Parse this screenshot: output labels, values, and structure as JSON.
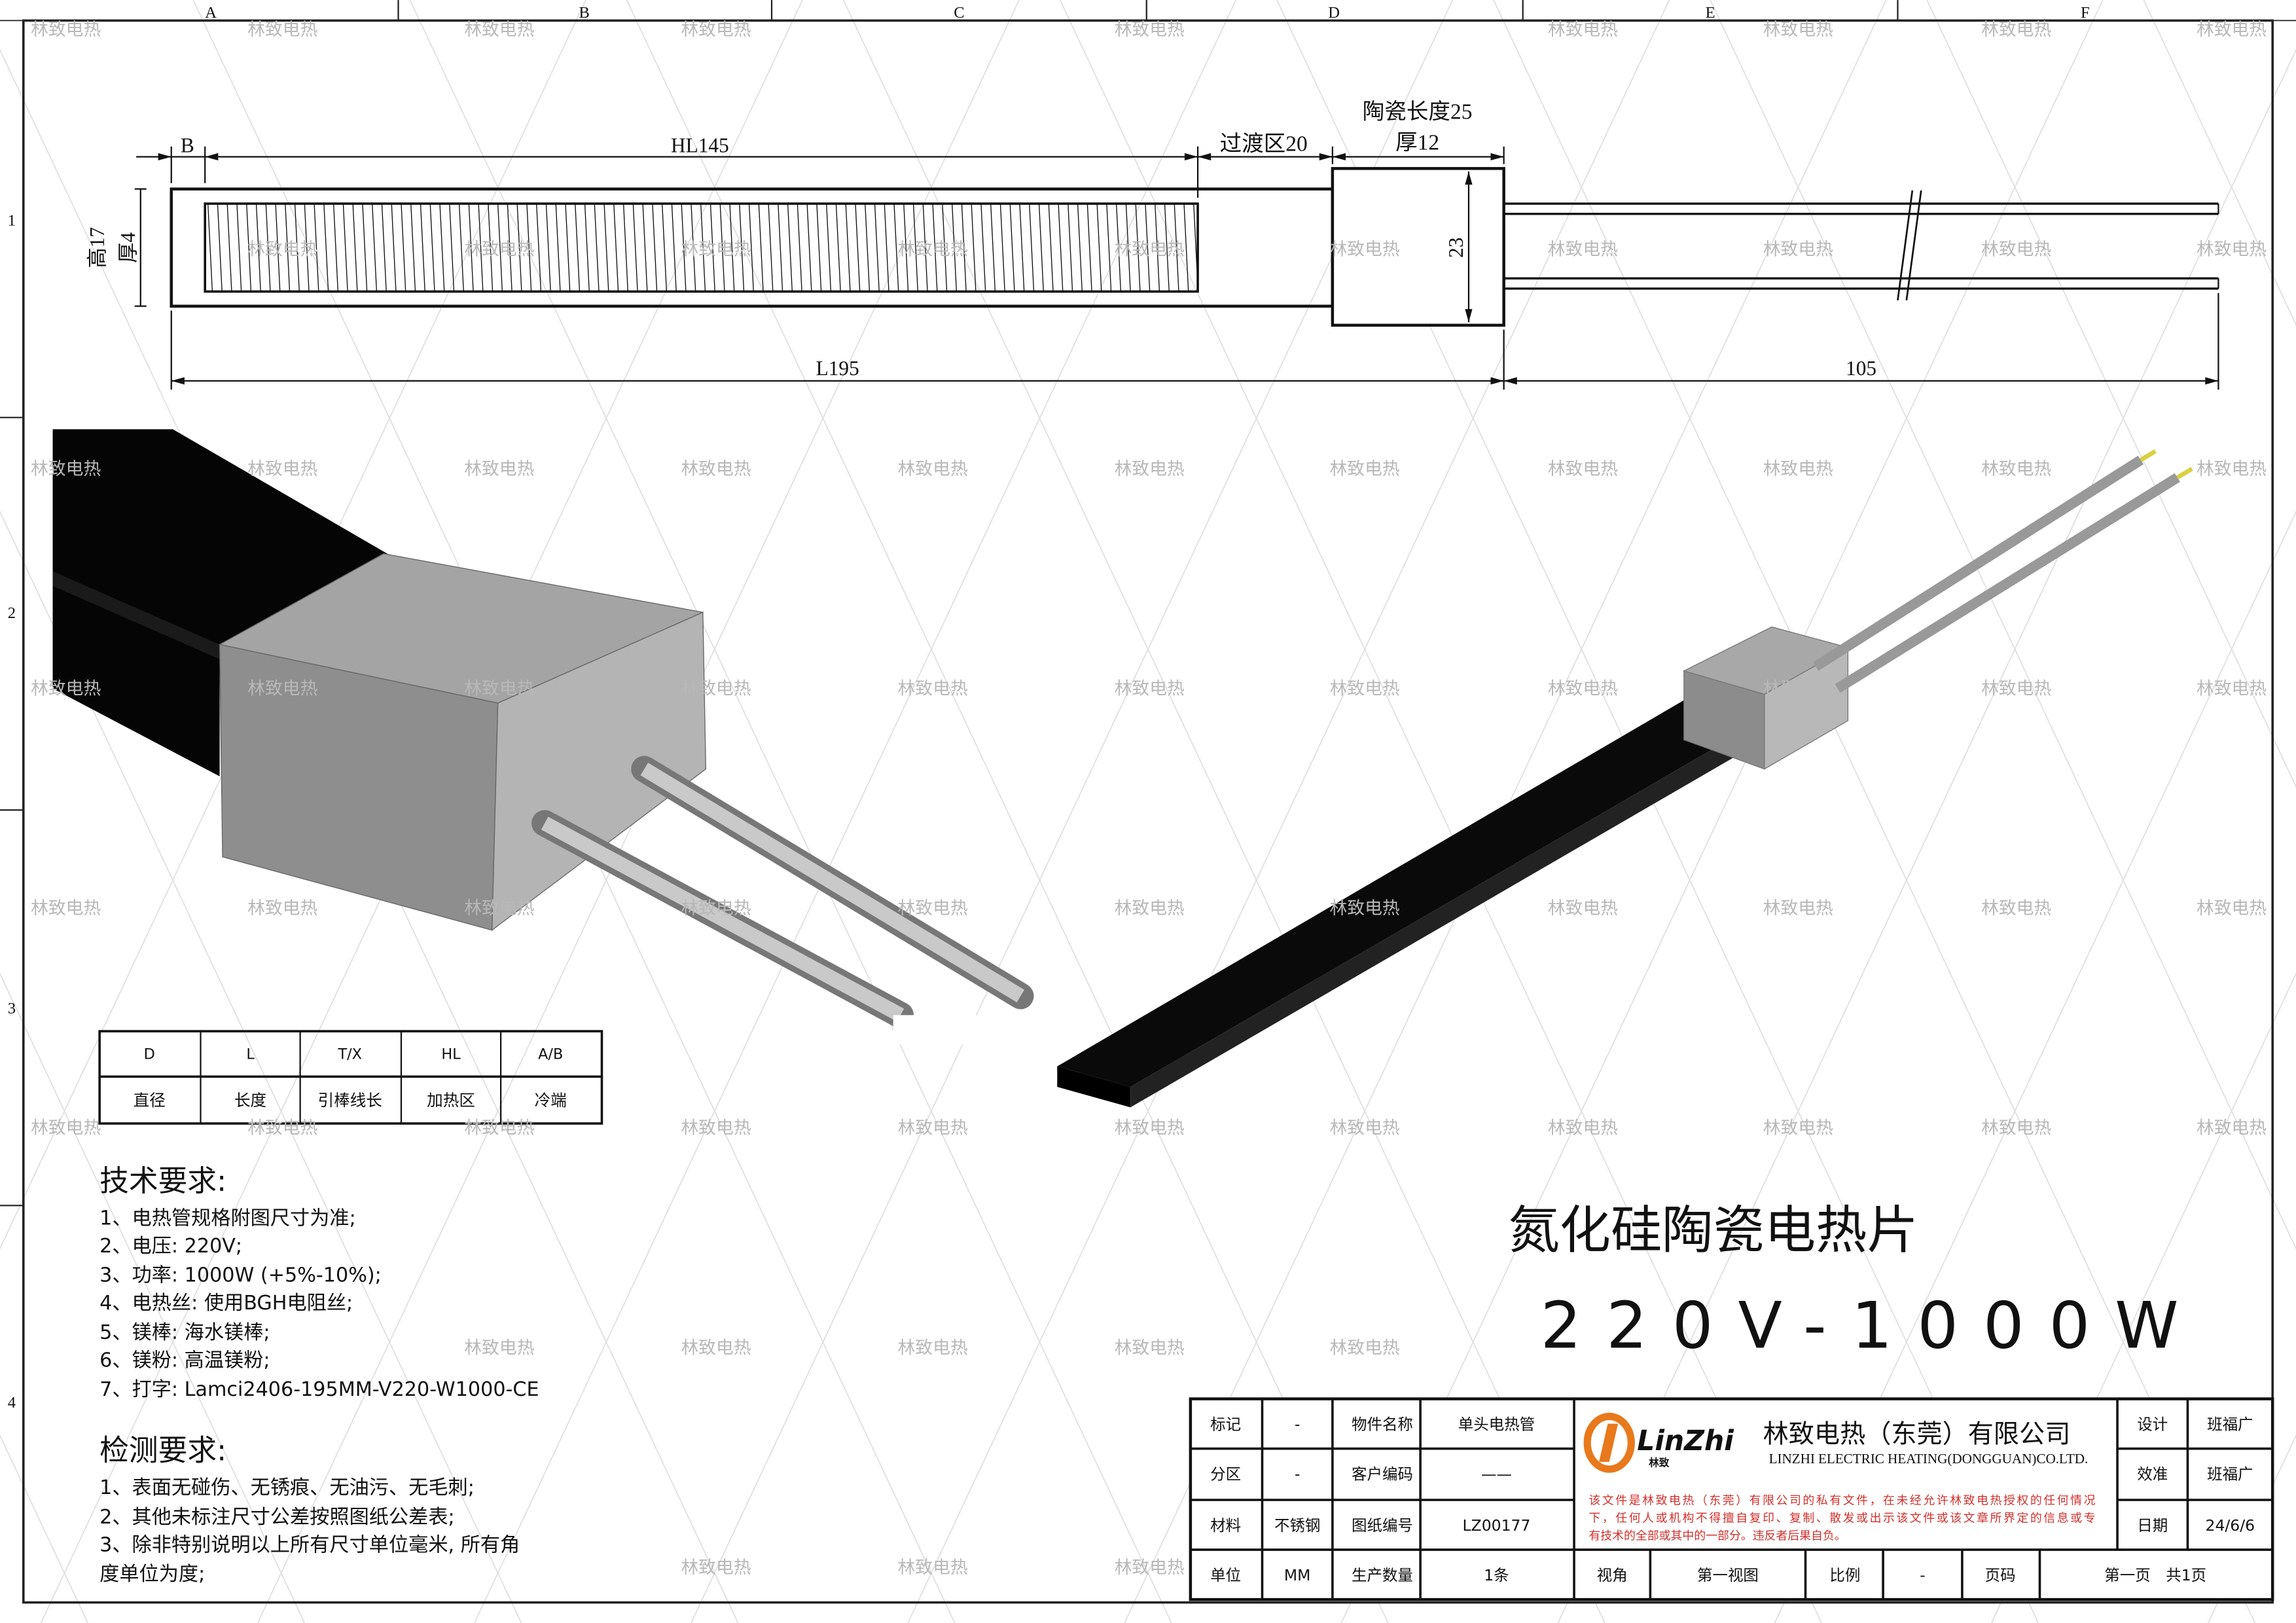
{
  "frame": {
    "columns": [
      "A",
      "B",
      "C",
      "D",
      "E",
      "F"
    ],
    "rows": [
      "1",
      "2",
      "3",
      "4"
    ]
  },
  "watermark": "林致电热",
  "dimensions": {
    "B": "B",
    "HL": "HL145",
    "transition": "过渡区20",
    "ceramic_length": "陶瓷长度25",
    "ceramic_thickness": "厚12",
    "height": "高17",
    "thickness": "厚4",
    "block_height": "23",
    "L": "L195",
    "lead_length": "105"
  },
  "legend_table": {
    "headers": [
      "D",
      "L",
      "T/X",
      "HL",
      "A/B"
    ],
    "labels": [
      "直径",
      "长度",
      "引棒线长",
      "加热区",
      "冷端"
    ]
  },
  "tech_requirements": {
    "title": "技术要求:",
    "items": [
      "1、电热管规格附图尺寸为准;",
      "2、电压: 220V;",
      "3、功率: 1000W (+5%-10%);",
      "4、电热丝: 使用BGH电阻丝;",
      "5、镁棒: 海水镁棒;",
      "6、镁粉: 高温镁粉;",
      "7、打字: Lamci2406-195MM-V220-W1000-CE"
    ]
  },
  "inspection_requirements": {
    "title": "检测要求:",
    "items": [
      "1、表面无碰伤、无锈痕、无油污、无毛刺;",
      "2、其他未标注尺寸公差按照图纸公差表;",
      "3、除非特别说明以上所有尺寸单位毫米, 所有角",
      "度单位为度;"
    ]
  },
  "product": {
    "name": "氮化硅陶瓷电热片",
    "spec": "220V-1000W"
  },
  "title_block": {
    "rows": [
      {
        "l1": "标记",
        "v1": "-",
        "l2": "物件名称",
        "v2": "单头电热管",
        "l3": "设计",
        "v3": "班福广"
      },
      {
        "l1": "分区",
        "v1": "-",
        "l2": "客户编码",
        "v2": "——",
        "l3": "效准",
        "v3": "班福广"
      },
      {
        "l1": "材料",
        "v1": "不锈钢",
        "l2": "图纸编号",
        "v2": "LZ00177",
        "l3": "日期",
        "v3": "24/6/6"
      }
    ],
    "bottom": [
      "单位",
      "MM",
      "生产数量",
      "1条",
      "视角",
      "第一视图",
      "比例",
      "-",
      "页码",
      "第一页　共1页"
    ],
    "company": {
      "logo_text": "LinZhi",
      "logo_sub": "林致",
      "name_cn": "林致电热（东莞）有限公司",
      "name_en": "LINZHI ELECTRIC HEATING(DONGGUAN)CO.LTD.",
      "notice": [
        "该文件是林致电热（东莞）有限公司的私有文件，在未经允许林致电热授权的任何情况",
        "下，任何人或机构不得擅自复印、复制、散发或出示该文件或该文章所界定的信息或专",
        "有技术的全部或其中的一部分。违反者后果自负。"
      ]
    },
    "colors": {
      "logo_orange": "#e8791c",
      "notice_red": "#d0312d"
    }
  }
}
